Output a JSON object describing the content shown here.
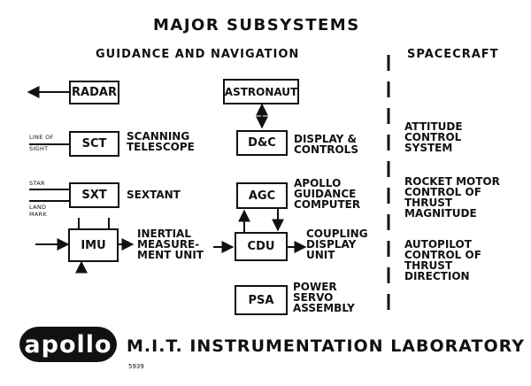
{
  "title": "MAJOR SUBSYSTEMS",
  "headers": {
    "guidance": "GUIDANCE AND NAVIGATION",
    "spacecraft": "SPACECRAFT"
  },
  "boxes": {
    "radar": "RADAR",
    "sct": "SCT",
    "sxt": "SXT",
    "imu": "IMU",
    "astronaut": "ASTRONAUT",
    "dc": "D&C",
    "agc": "AGC",
    "cdu": "CDU",
    "psa": "PSA"
  },
  "labels": {
    "sct": [
      "SCANNING",
      "TELESCOPE"
    ],
    "sxt": [
      "SEXTANT"
    ],
    "imu": [
      "INERTIAL",
      "MEASURE-",
      "MENT UNIT"
    ],
    "dc": [
      "DISPLAY &",
      "CONTROLS"
    ],
    "agc": [
      "APOLLO",
      "GUIDANCE",
      "COMPUTER"
    ],
    "cdu": [
      "COUPLING",
      "DISPLAY",
      "UNIT"
    ],
    "psa": [
      "POWER",
      "SERVO",
      "ASSEMBLY"
    ]
  },
  "inputs": {
    "line_of_sight": [
      "LINE OF",
      "SIGHT"
    ],
    "star": "STAR",
    "landmark": [
      "LAND",
      "MARK"
    ]
  },
  "spacecraft_items": [
    [
      "ATTITUDE",
      "CONTROL",
      "SYSTEM"
    ],
    [
      "ROCKET MOTOR",
      "CONTROL OF",
      "THRUST",
      "MAGNITUDE"
    ],
    [
      "AUTOPILOT",
      "CONTROL OF",
      "THRUST",
      "DIRECTION"
    ]
  ],
  "footer": {
    "logo": "apollo",
    "lab": "M.I.T.  INSTRUMENTATION  LABORATORY",
    "number": "5939"
  }
}
